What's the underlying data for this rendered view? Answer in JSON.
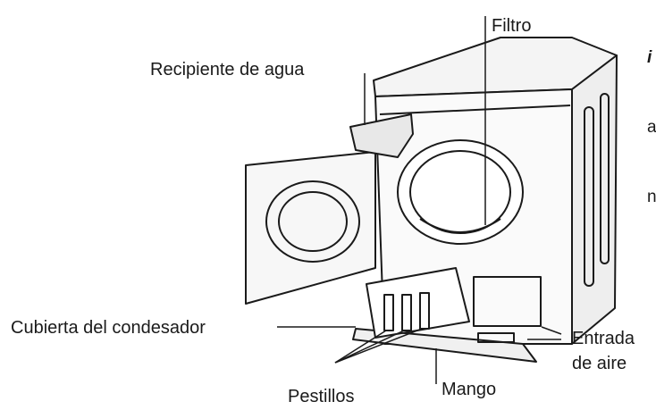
{
  "labels": {
    "water_container": "Recipiente de agua",
    "filter": "Filtro",
    "condenser_cover": "Cubierta del condesador",
    "air_inlet_line1": "Entrada",
    "air_inlet_line2": "de aire",
    "latches": "Pestillos",
    "handle": "Mango"
  },
  "side_note": {
    "icon": "info-icon",
    "lines": [
      "a",
      "n"
    ]
  },
  "colors": {
    "line": "#1a1a1a",
    "background": "#ffffff"
  }
}
